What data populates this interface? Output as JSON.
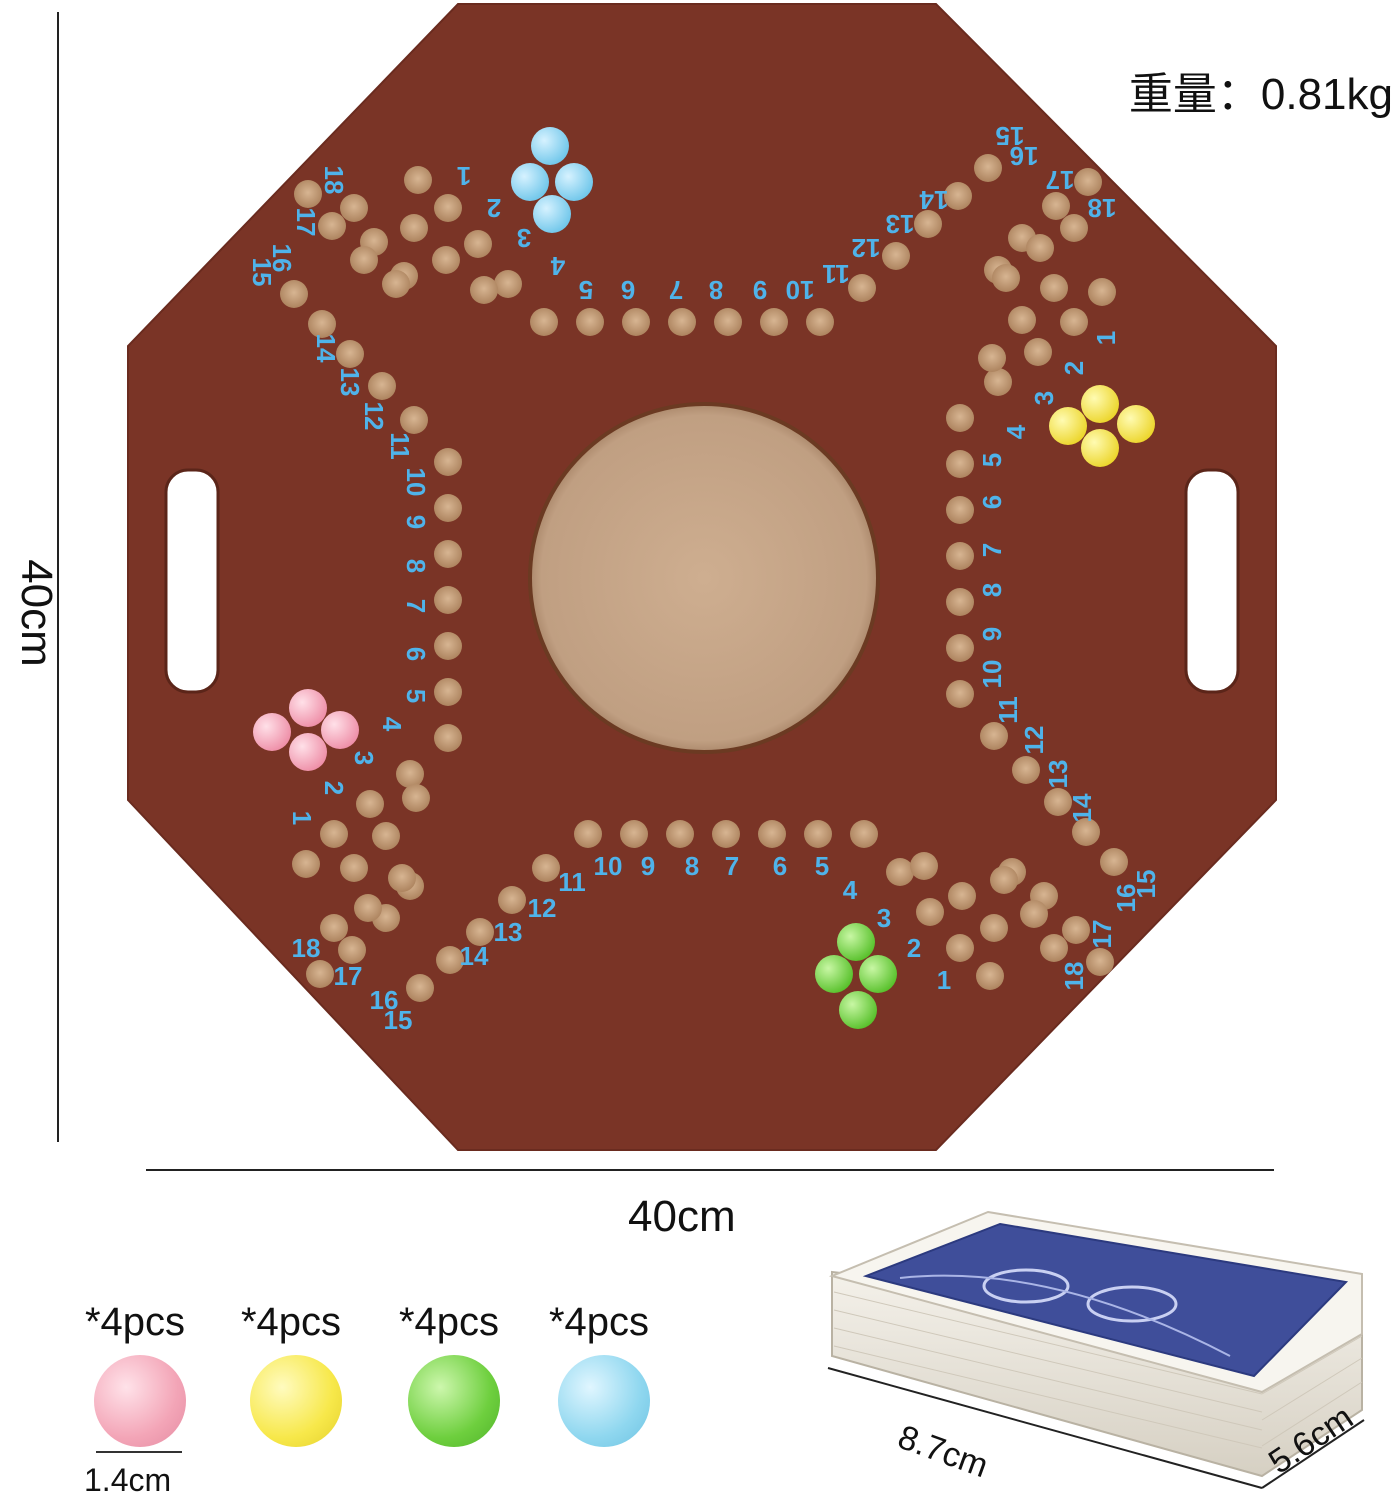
{
  "weight": "重量：0.81kg",
  "board_height": "40cm",
  "board_width": "40cm",
  "ball_groups": [
    {
      "qty": "*4pcs",
      "color": "#f3a5b7"
    },
    {
      "qty": "*4pcs",
      "color": "#f7e84a"
    },
    {
      "qty": "*4pcs",
      "color": "#6ecf3e"
    },
    {
      "qty": "*4pcs",
      "color": "#8fd7ef"
    }
  ],
  "ball_size": "1.4cm",
  "card_length": "8.7cm",
  "card_width": "5.6cm",
  "colors": {
    "board": "#7a3426",
    "hole": "#c7a07d",
    "center": "#c8a68a",
    "number": "#4fb3ea"
  },
  "track_numbers": [
    "1",
    "2",
    "3",
    "4",
    "5",
    "6",
    "7",
    "8",
    "9",
    "10",
    "11",
    "12",
    "13",
    "14",
    "15",
    "16",
    "17",
    "18"
  ]
}
